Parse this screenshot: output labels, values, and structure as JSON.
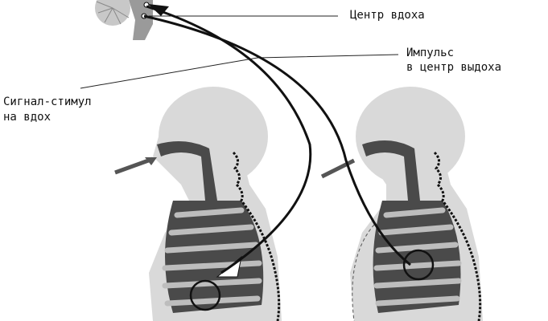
{
  "labels": {
    "inhale_center": "Центр вдоха",
    "impulse_line1": "Импульс",
    "impulse_line2": "в центр выдоха",
    "signal_line1": "Сигнал-стимул",
    "signal_line2": "на вдох"
  },
  "colors": {
    "body": "#d9d9d9",
    "organ_dark": "#4a4a4a",
    "rib_light": "#bdbdbd",
    "line": "#111111"
  }
}
